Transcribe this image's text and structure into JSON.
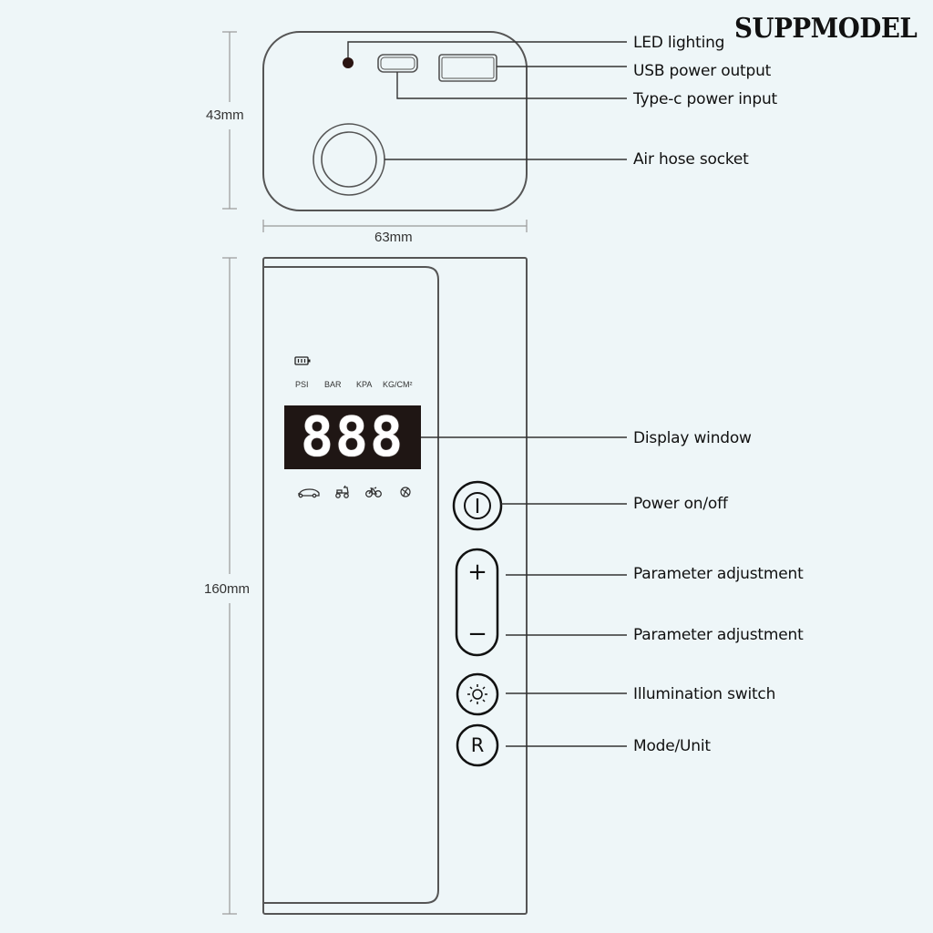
{
  "brand": "SUPPMODEL",
  "top_view": {
    "height_dim": "43mm",
    "width_dim": "63mm",
    "callouts": [
      {
        "label": "LED lighting"
      },
      {
        "label": "USB power output"
      },
      {
        "label": "Type-c power input"
      },
      {
        "label": "Air hose socket"
      }
    ]
  },
  "front_view": {
    "height_dim": "160mm",
    "units": [
      "PSI",
      "BAR",
      "KPA",
      "KG/CM²"
    ],
    "display_digits": "888",
    "mode_icons": [
      "car-icon",
      "motorcycle-icon",
      "bicycle-icon",
      "ball-icon"
    ],
    "buttons": {
      "plus": "+",
      "minus": "−",
      "mode": "R"
    },
    "callouts": [
      {
        "label": "Display window"
      },
      {
        "label": "Power on/off"
      },
      {
        "label": "Parameter adjustment"
      },
      {
        "label": "Parameter adjustment"
      },
      {
        "label": "Illumination switch"
      },
      {
        "label": "Mode/Unit"
      }
    ]
  },
  "colors": {
    "background": "#eef6f8",
    "outline": "#555555",
    "display_bg": "#1f1614",
    "dimension_line": "#999999"
  }
}
